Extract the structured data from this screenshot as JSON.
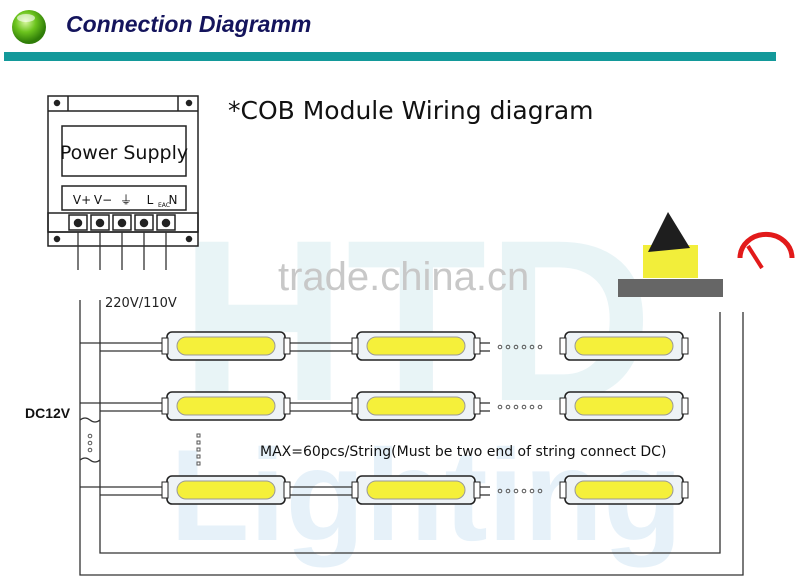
{
  "header": {
    "title": "Connection Diagramm",
    "logo_icon": "green-orb-icon",
    "accent": "#13999a"
  },
  "diagram": {
    "heading": "*COB Module Wiring diagram",
    "power_supply": {
      "label": "Power Supply",
      "terminals": [
        "V+",
        "V−",
        "⏚",
        "L",
        "N"
      ],
      "terminal_sub": "EAC"
    },
    "input_voltage": "220V/110V",
    "dc_label": "DC12V",
    "max_note": "MAX=60pcs/String(Must be two end of string connect DC)",
    "watermark_trade": "trade.china.cn",
    "watermark_brand_top": "HTD",
    "watermark_brand_bottom": "Lighting",
    "rows": 3,
    "modules_per_row_shown": 3,
    "module_color": "#f5f03a"
  }
}
